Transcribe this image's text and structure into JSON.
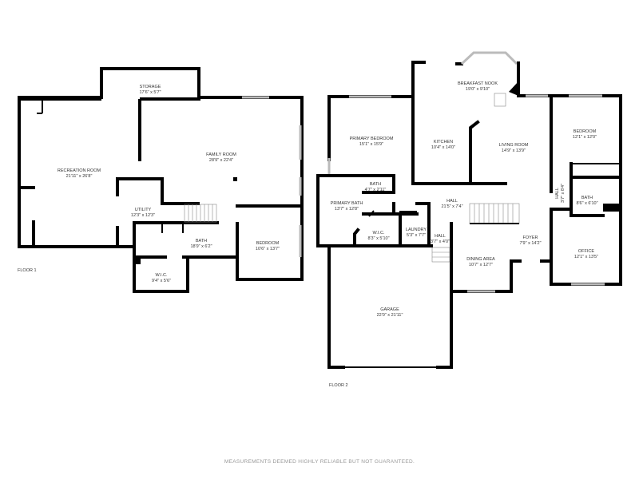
{
  "floor1": {
    "label": "FLOOR 1",
    "rooms": [
      {
        "name": "STORAGE",
        "dims": "17'6\" x 5'7\""
      },
      {
        "name": "RECREATION ROOM",
        "dims": "21'11\" x 26'8\""
      },
      {
        "name": "FAMILY ROOM",
        "dims": "28'9\" x 22'4\""
      },
      {
        "name": "UTILITY",
        "dims": "12'3\" x 12'3\""
      },
      {
        "name": "BATH",
        "dims": "18'9\" x 6'2\""
      },
      {
        "name": "BEDROOM",
        "dims": "10'6\" x 13'7\""
      },
      {
        "name": "W.I.C.",
        "dims": "9'4\" x 5'6\""
      }
    ]
  },
  "floor2": {
    "label": "FLOOR 2",
    "rooms": [
      {
        "name": "BREAKFAST NOOK",
        "dims": "19'0\" x 9'10\""
      },
      {
        "name": "PRIMARY BEDROOM",
        "dims": "15'1\" x 15'9\""
      },
      {
        "name": "KITCHEN",
        "dims": "10'4\" x 14'0\""
      },
      {
        "name": "LIVING ROOM",
        "dims": "14'9\" x 13'9\""
      },
      {
        "name": "BEDROOM",
        "dims": "12'1\" x 12'0\""
      },
      {
        "name": "BATH",
        "dims": "4'7\" x 2'11\""
      },
      {
        "name": "PRIMARY BATH",
        "dims": "13'7\" x 12'8\""
      },
      {
        "name": "HALL",
        "dims": "21'5\" x 7'4\""
      },
      {
        "name": "W.I.C.",
        "dims": "8'3\" x 5'10\""
      },
      {
        "name": "LAUNDRY",
        "dims": "5'3\" x 7'7\""
      },
      {
        "name": "HALL",
        "dims": "3'7\" x 4'0\""
      },
      {
        "name": "HALL",
        "dims": "3'7\" x 8'4\""
      },
      {
        "name": "BATH",
        "dims": "8'6\" x 6'10\""
      },
      {
        "name": "FOYER",
        "dims": "7'9\" x 14'2\""
      },
      {
        "name": "DINING AREA",
        "dims": "10'7\" x 12'7\""
      },
      {
        "name": "OFFICE",
        "dims": "12'1\" x 13'5\""
      },
      {
        "name": "GARAGE",
        "dims": "22'0\" x 21'11\""
      }
    ]
  },
  "disclaimer": "MEASUREMENTS DEEMED HIGHLY RELIABLE BUT NOT GUARANTEED."
}
